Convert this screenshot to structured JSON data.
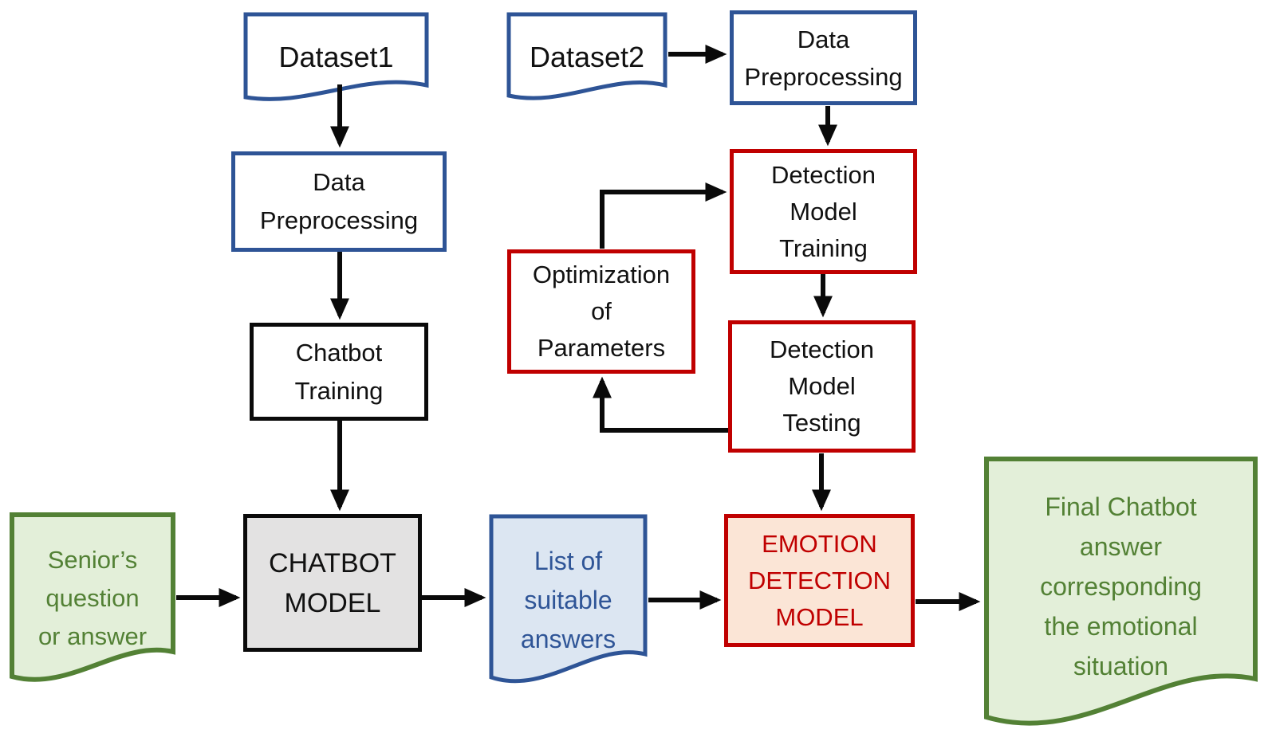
{
  "colors": {
    "blue": "#2E5496",
    "bluetext": "#2F5597",
    "lightblue": "#DCE6F2",
    "red": "#C00000",
    "peach": "#FBE5D6",
    "green": "#538135",
    "lightgreen": "#E3EFD9",
    "gray": "#E3E2E2",
    "arrow": "#0A0A0A"
  },
  "nodes": {
    "dataset1": {
      "label": "Dataset1",
      "shape": "document"
    },
    "preprocessing1": {
      "label": "Data\nPreprocessing",
      "shape": "rect"
    },
    "chatbot_training": {
      "label": "Chatbot\nTraining",
      "shape": "rect"
    },
    "chatbot_model": {
      "label": "CHATBOT\nMODEL",
      "shape": "rect"
    },
    "senior_question": {
      "label": "Senior’s\nquestion\nor answer",
      "shape": "document"
    },
    "list_answers": {
      "label": "List of\nsuitable\nanswers",
      "shape": "document"
    },
    "dataset2": {
      "label": "Dataset2",
      "shape": "document"
    },
    "preprocessing2": {
      "label": "Data\nPreprocessing",
      "shape": "rect"
    },
    "detection_training": {
      "label": "Detection\nModel\nTraining",
      "shape": "rect"
    },
    "optimization": {
      "label": "Optimization\nof\nParameters",
      "shape": "rect"
    },
    "detection_testing": {
      "label": "Detection\nModel\nTesting",
      "shape": "rect"
    },
    "emotion_model": {
      "label": "EMOTION\nDETECTION\nMODEL",
      "shape": "rect"
    },
    "final_answer": {
      "label": "Final Chatbot\nanswer\ncorresponding\nthe emotional\nsituation",
      "shape": "document"
    }
  },
  "edges": [
    {
      "from": "dataset1",
      "to": "preprocessing1"
    },
    {
      "from": "preprocessing1",
      "to": "chatbot_training"
    },
    {
      "from": "chatbot_training",
      "to": "chatbot_model"
    },
    {
      "from": "senior_question",
      "to": "chatbot_model"
    },
    {
      "from": "chatbot_model",
      "to": "list_answers"
    },
    {
      "from": "list_answers",
      "to": "emotion_model"
    },
    {
      "from": "emotion_model",
      "to": "final_answer"
    },
    {
      "from": "dataset2",
      "to": "preprocessing2"
    },
    {
      "from": "preprocessing2",
      "to": "detection_training"
    },
    {
      "from": "detection_training",
      "to": "detection_testing"
    },
    {
      "from": "detection_testing",
      "to": "emotion_model"
    },
    {
      "from": "detection_testing",
      "to": "optimization"
    },
    {
      "from": "optimization",
      "to": "detection_training"
    }
  ]
}
